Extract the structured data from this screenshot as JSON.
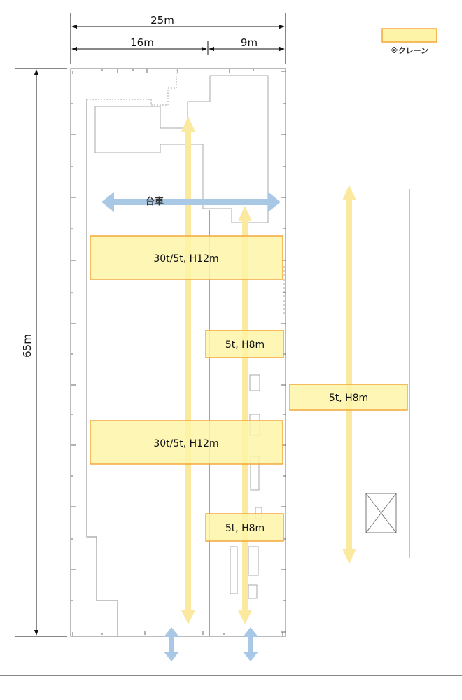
{
  "dimensions": {
    "total_width": "25m",
    "left_span": "16m",
    "right_span": "9m",
    "length": "65m"
  },
  "legend": {
    "label": "※クレーン",
    "color": "#fdf4a8",
    "border_color": "#f2a73b"
  },
  "cart": {
    "label": "台車",
    "color": "#a9c8e6"
  },
  "cranes": [
    {
      "label": "30t/5t, H12m"
    },
    {
      "label": "5t, H8m"
    },
    {
      "label": "30t/5t, H12m"
    },
    {
      "label": "5t, H8m"
    },
    {
      "label": "5t, H8m"
    }
  ],
  "colors": {
    "crane_arrow": "#fbe9a0",
    "line": "#111111",
    "outline": "#999999"
  }
}
